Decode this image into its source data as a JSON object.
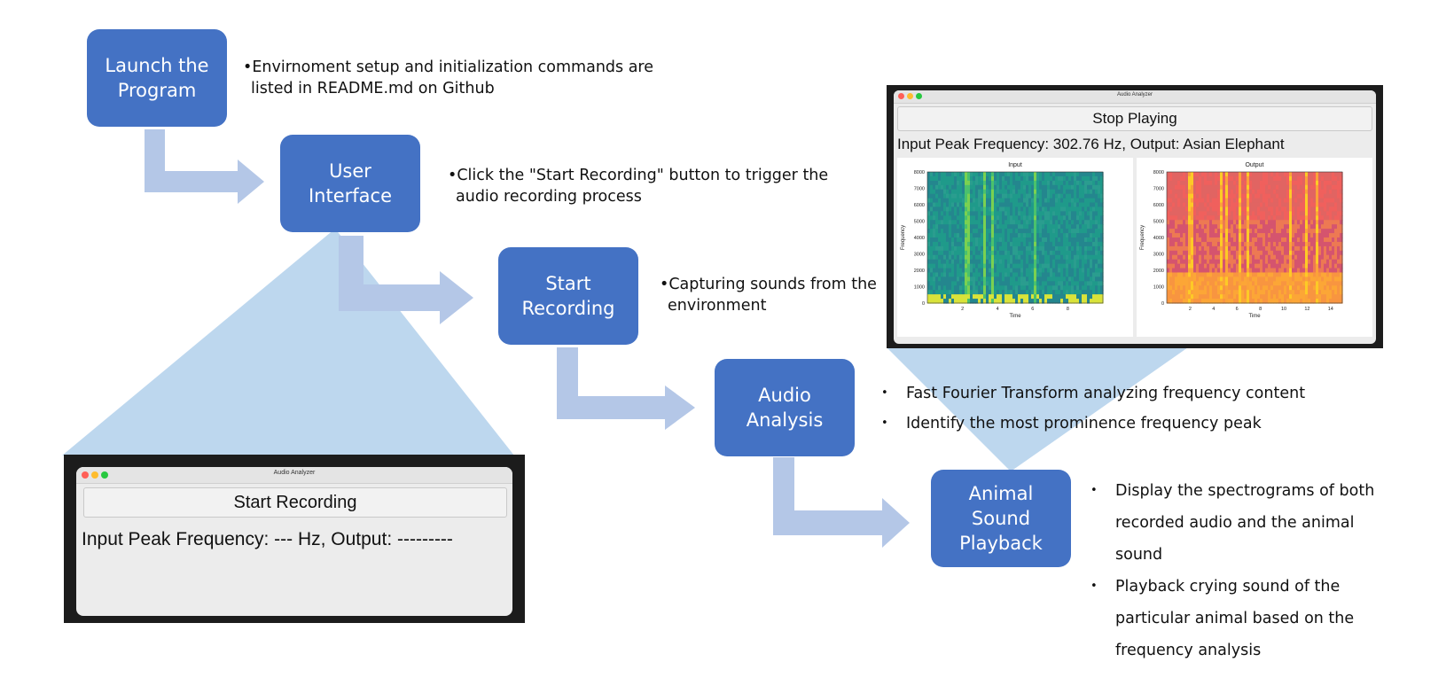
{
  "steps": {
    "launch": {
      "label": "Launch the\nProgram"
    },
    "ui": {
      "label": "User\nInterface"
    },
    "record": {
      "label": "Start\nRecording"
    },
    "analysis": {
      "label": "Audio\nAnalysis"
    },
    "playback": {
      "label": "Animal\nSound\nPlayback"
    }
  },
  "notes": {
    "launch": {
      "line1": "•Envirnoment setup and initialization commands are",
      "line2": "listed in README.md on Github"
    },
    "ui": {
      "line1": "•Click the \"Start Recording\" button to trigger the",
      "line2": "audio recording process"
    },
    "record": {
      "line1": "•Capturing sounds from the",
      "line2": "environment"
    },
    "analysis": [
      "Fast Fourier Transform analyzing frequency content",
      "Identify the most prominence frequency peak"
    ],
    "playback": [
      "Display the spectrograms of both recorded audio and the animal sound",
      "Playback crying sound of the particular animal based on the frequency analysis"
    ]
  },
  "screenshot_start": {
    "window_title": "Audio Analyzer",
    "button_label": "Start Recording",
    "peak_text": "Input Peak Frequency: --- Hz, Output: ---------"
  },
  "screenshot_stop": {
    "window_title": "Audio Analyzer",
    "button_label": "Stop Playing",
    "peak_text": "Input Peak Frequency: 302.76 Hz, Output: Asian Elephant",
    "input_plot": {
      "title": "Input",
      "xlabel": "Time",
      "ylabel": "Frequency",
      "xticks": [
        "2",
        "4",
        "6",
        "8"
      ],
      "yticks": [
        "0",
        "1000",
        "2000",
        "3000",
        "4000",
        "5000",
        "6000",
        "7000",
        "8000"
      ]
    },
    "output_plot": {
      "title": "Output",
      "xlabel": "Time",
      "ylabel": "Frequency",
      "xticks": [
        "2",
        "4",
        "6",
        "8",
        "10",
        "12",
        "14"
      ],
      "yticks": [
        "0",
        "1000",
        "2000",
        "3000",
        "4000",
        "5000",
        "6000",
        "7000",
        "8000"
      ]
    }
  },
  "colors": {
    "box": "#4472c4",
    "arrow": "#b4c7e7",
    "callout": "#bdd7ee"
  }
}
